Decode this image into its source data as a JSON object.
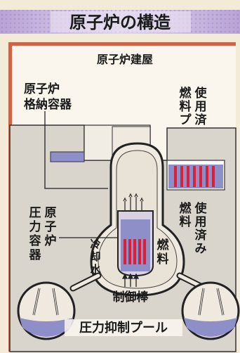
{
  "title": "原子炉の構造",
  "labels": {
    "reactor_building": "原子炉建屋",
    "containment": [
      "原子炉",
      "格納容器"
    ],
    "spent_fuel_pool": [
      "使用済み",
      "燃料プール"
    ],
    "spent_fuel": [
      "使用済み",
      "燃料"
    ],
    "pressure_vessel": [
      "原子炉",
      "圧力容器"
    ],
    "coolant": [
      "冷",
      "却",
      "水"
    ],
    "fuel": [
      "燃",
      "料"
    ],
    "control_rods": "制御棒",
    "suppression_pool": "圧力抑制プール"
  },
  "colors": {
    "background": "#f4ead8",
    "title_band": "#c9b6dd",
    "building_wall": "#c9664a",
    "concrete": "#d9d4cc",
    "water": "#8e8ec8",
    "fuel_red": "#d8203a",
    "vessel_fill": "#d8d0e4"
  }
}
